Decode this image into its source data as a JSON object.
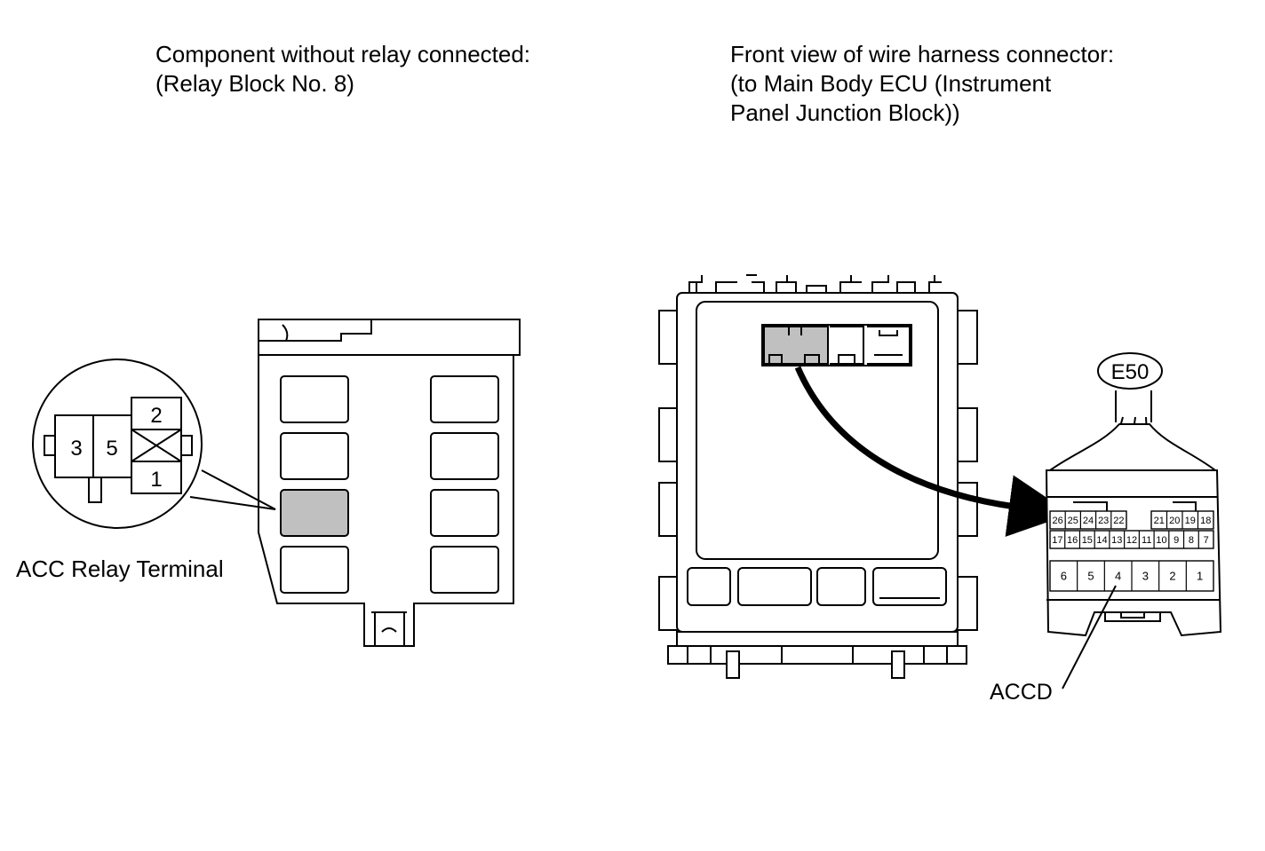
{
  "left_panel": {
    "caption_line1": "Component without relay connected:",
    "caption_line2": "(Relay Block No. 8)",
    "callout_label": "ACC Relay Terminal",
    "relay_terminals": [
      "3",
      "5",
      "2",
      "1"
    ]
  },
  "right_panel": {
    "caption_line1": "Front view of wire harness connector:",
    "caption_line2": "(to Main Body ECU (Instrument",
    "caption_line3": "Panel Junction Block))",
    "connector_code": "E50",
    "pointer_label": "ACCD",
    "pins_top_left": [
      "26",
      "25",
      "24",
      "23",
      "22"
    ],
    "pins_top_right": [
      "21",
      "20",
      "19",
      "18"
    ],
    "pins_middle": [
      "17",
      "16",
      "15",
      "14",
      "13",
      "12",
      "11",
      "10",
      "9",
      "8",
      "7"
    ],
    "pins_bottom": [
      "6",
      "5",
      "4",
      "3",
      "2",
      "1"
    ]
  },
  "colors": {
    "line": "#000000",
    "highlight_fill": "#c0c0c0",
    "background": "#ffffff"
  }
}
